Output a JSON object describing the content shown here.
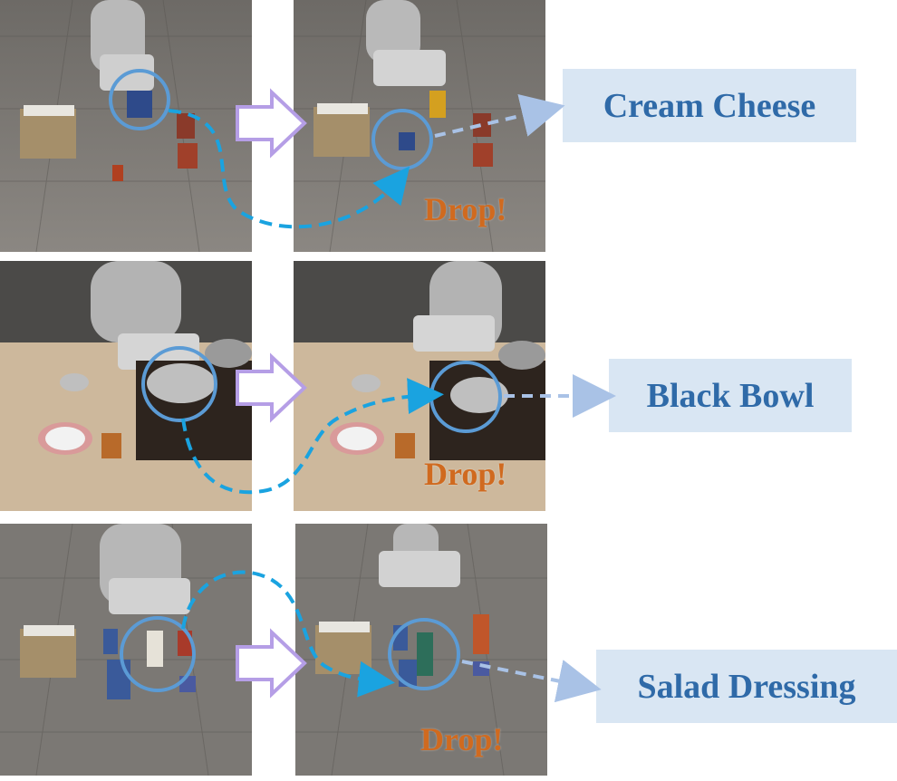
{
  "rows": [
    {
      "object_label": "Cream Cheese",
      "drop_text": "Drop!"
    },
    {
      "object_label": "Black Bowl",
      "drop_text": "Drop!"
    },
    {
      "object_label": "Salad Dressing",
      "drop_text": "Drop!"
    }
  ],
  "colors": {
    "circle": "#5b9bd5",
    "trajectory": "#1aa3e0",
    "arrow_fill": "#ffffff",
    "arrow_stroke": "#b59ee6",
    "label_bg": "#d9e6f3",
    "label_text": "#2f6aa8",
    "drop_text": "#d06a1f",
    "dashed_pointer": "#a9c2e6"
  }
}
